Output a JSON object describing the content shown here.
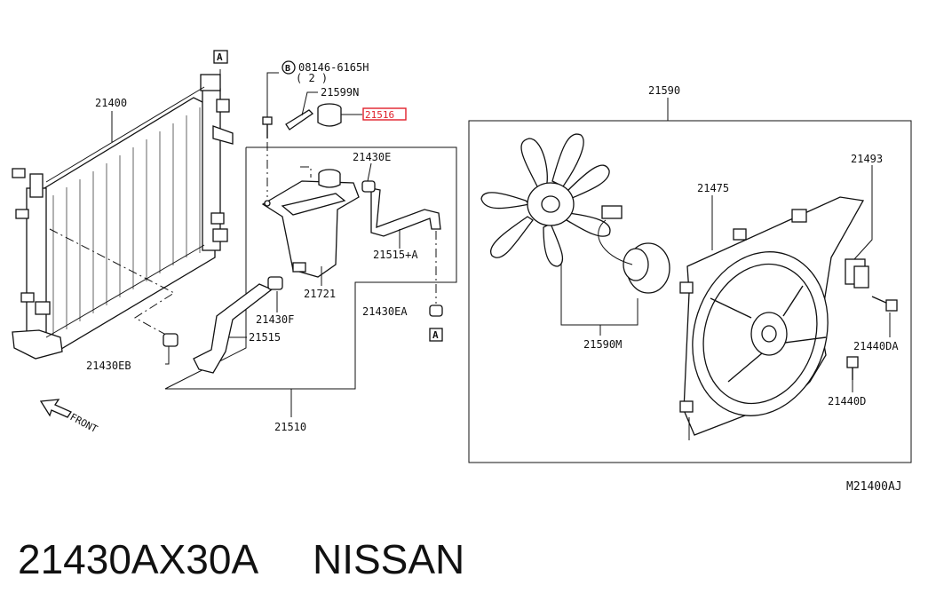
{
  "labels": {
    "radiator": "21400",
    "fan_assembly": "21590",
    "bolt": "08146-6165H",
    "bolt_qty": "( 2 )",
    "bracket": "21599N",
    "cap": "21516",
    "clamp_e": "21430E",
    "hose_a": "21515+A",
    "reservoir": "21721",
    "clamp_f": "21430F",
    "clamp_ea": "21430EA",
    "hose": "21515",
    "clamp_eb": "21430EB",
    "reservoir_set": "21510",
    "shroud": "21475",
    "relay": "21493",
    "fan_motor": "21590M",
    "bolt_da": "21440DA",
    "bolt_d": "21440D",
    "front": "FRONT",
    "callout_a": "A",
    "bolt_b": "B",
    "diagram_code": "M21400AJ"
  },
  "footer": {
    "part_number": "21430AX30A",
    "brand": "NISSAN"
  },
  "colors": {
    "highlight": "#e0202a",
    "ink": "#111111"
  }
}
